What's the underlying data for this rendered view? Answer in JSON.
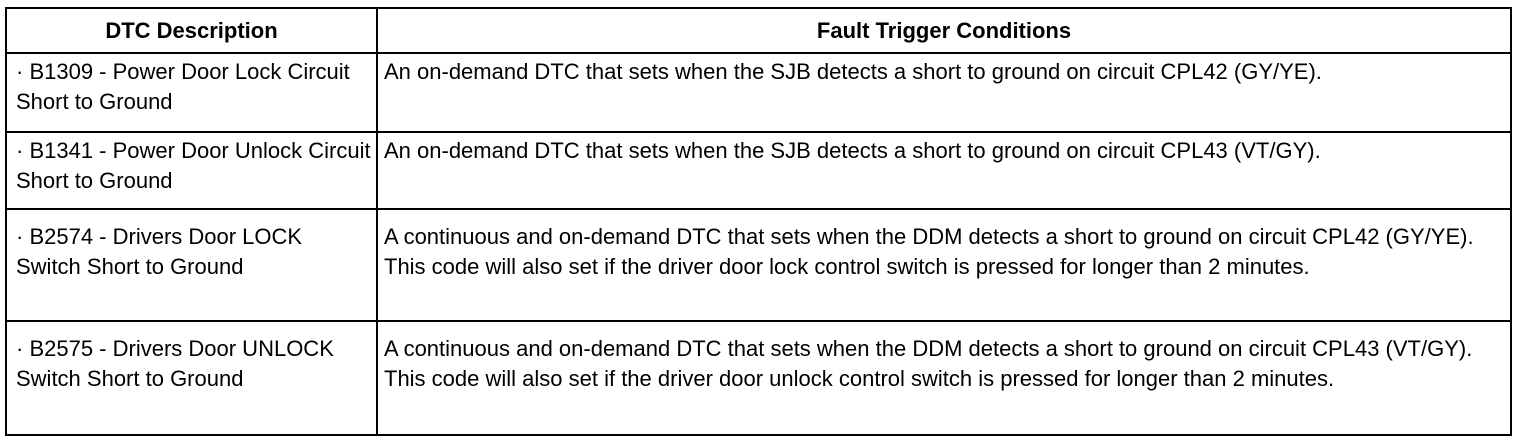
{
  "table": {
    "headers": [
      "DTC Description",
      "Fault Trigger Conditions"
    ],
    "rows": [
      {
        "description": "· B1309 - Power Door Lock Circuit Short to Ground",
        "conditions": "An on-demand DTC that sets when the SJB detects a short to ground on circuit CPL42 (GY/YE)."
      },
      {
        "description": "· B1341 - Power Door Unlock Circuit Short to Ground",
        "conditions": "An on-demand DTC that sets when the SJB detects a short to ground on circuit CPL43 (VT/GY)."
      },
      {
        "description": "· B2574 - Drivers Door LOCK Switch Short to Ground",
        "conditions": "A continuous and on-demand DTC that sets when the DDM detects a short to ground on circuit CPL42 (GY/YE). This code will also set if the driver door lock control switch is pressed for longer than 2 minutes."
      },
      {
        "description": "· B2575 - Drivers Door UNLOCK Switch Short to Ground",
        "conditions": "A continuous and on-demand DTC that sets when the DDM detects a short to ground on circuit CPL43 (VT/GY). This code will also set if the driver door unlock control switch is pressed for longer than 2 minutes."
      }
    ]
  }
}
